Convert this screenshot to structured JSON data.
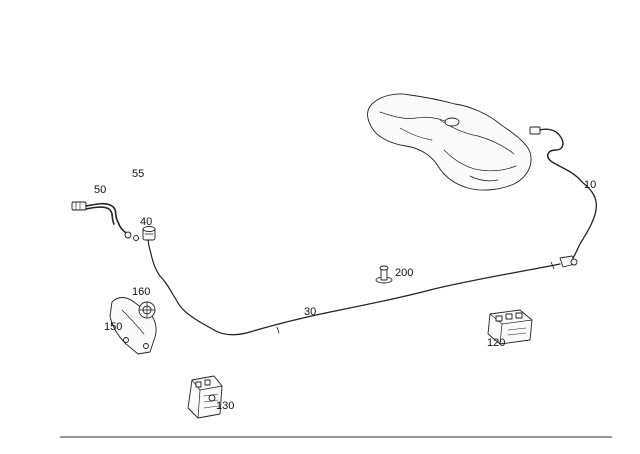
{
  "diagram": {
    "labels": {
      "p10": "10",
      "p30": "30",
      "p40": "40",
      "p50": "50",
      "p55": "55",
      "p120": "120",
      "p130": "130",
      "p150": "150",
      "p160": "160",
      "p200": "200"
    }
  }
}
